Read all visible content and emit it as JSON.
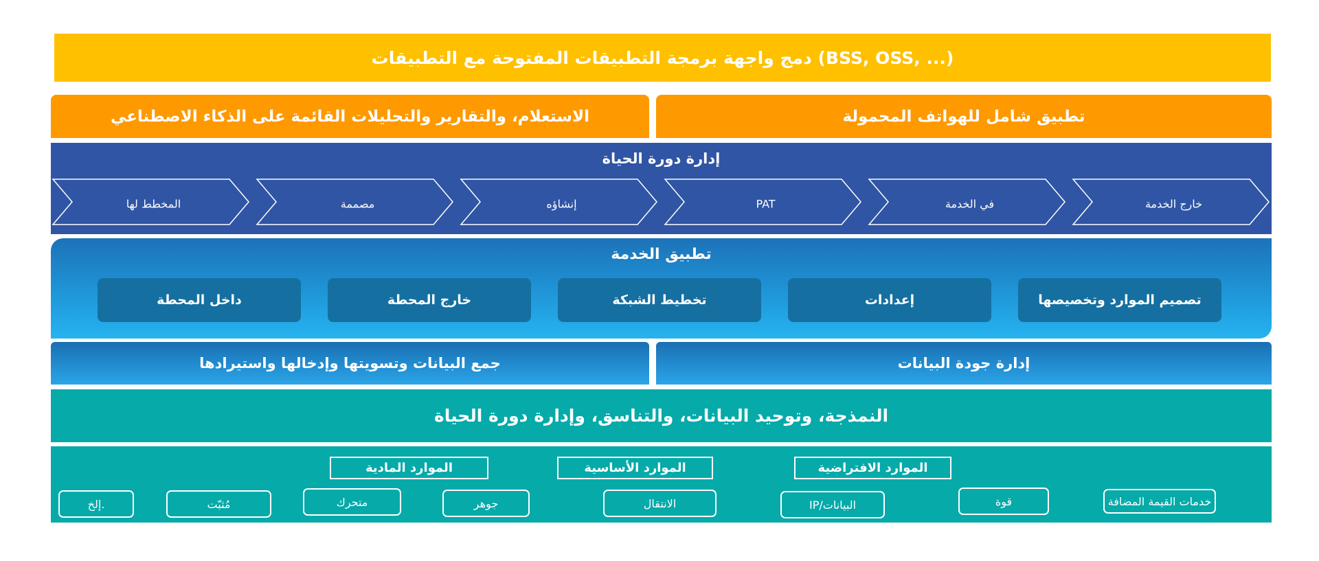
{
  "colors": {
    "banner_yellow": "#ffc000",
    "orange": "#ff9900",
    "navy": "#2f55a4",
    "service_box": "#1570a1",
    "teal": "#05aaa9",
    "resource_item": "#08bd95",
    "text": "#ffffff"
  },
  "top_banner": "دمج واجهة برمجة التطبيقات المفتوحة مع التطبيقات (BSS, OSS, ...)",
  "orange_row": {
    "right": "تطبيق شامل للهواتف المحمولة",
    "left": "الاستعلام، والتقارير والتحليلات القائمة على الذكاء الاصطناعي"
  },
  "lifecycle": {
    "title": "إدارة دورة الحياة",
    "stages": [
      "خارج الخدمة",
      "في الخدمة",
      "PAT",
      "إنشاؤه",
      "مصممة",
      "المخطط لها"
    ]
  },
  "service_app": {
    "title": "تطبيق الخدمة",
    "items": [
      "تصميم الموارد وتخصيصها",
      "إعدادات",
      "تخطيط الشبكة",
      "خارج المحطة",
      "داخل المحطة"
    ]
  },
  "data_row": {
    "right": "إدارة جودة البيانات",
    "left": "جمع البيانات وتسويتها وإدخالها واستيرادها"
  },
  "modeling": "النمذجة، وتوحيد البيانات، والتناسق، وإدارة دورة الحياة",
  "resources": {
    "categories": [
      "الموارد الافتراضية",
      "الموارد الأساسية",
      "الموارد المادية"
    ],
    "items": [
      "خدمات القيمة المضافة",
      "قوة",
      "IP/البيانات",
      "الانتقال",
      "جوهر",
      "متحرك",
      "مُثبّت",
      "إلخ."
    ]
  }
}
